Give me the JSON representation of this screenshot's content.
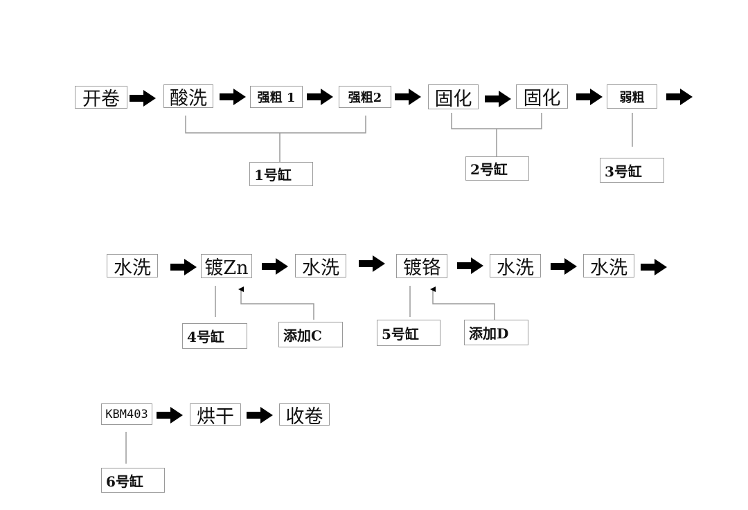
{
  "steps": {
    "s1": "开卷",
    "s2": "酸洗",
    "s3": "强粗  1",
    "s4": "强粗2",
    "s5": "固化",
    "s6": "固化",
    "s7": "弱粗",
    "s8": "水洗",
    "s9": "镀Zn",
    "s10": "水洗",
    "s11": "镀铬",
    "s12": "水洗",
    "s13": "水洗",
    "s14": "KBM403",
    "s15": "烘干",
    "s16": "收卷"
  },
  "tanks": {
    "t1": "1号缸",
    "t2": "2号缸",
    "t3": "3号缸",
    "t4": "4号缸",
    "t5": "5号缸",
    "t6": "6号缸"
  },
  "additives": {
    "a1": "添加C",
    "a2": "添加D"
  },
  "colors": {
    "box_border": "#9a9a9a",
    "connector": "#9a9a9a",
    "arrow": "#000000"
  }
}
